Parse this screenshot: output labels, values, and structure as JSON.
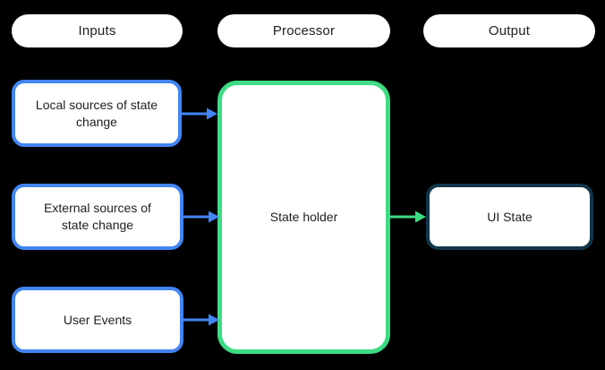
{
  "headers": {
    "inputs": "Inputs",
    "processor": "Processor",
    "output": "Output"
  },
  "nodes": {
    "local_sources": "Local sources of state\nchange",
    "external_sources": "External sources of\nstate change",
    "user_events": "User Events",
    "state_holder": "State holder",
    "ui_state": "UI State"
  },
  "colors": {
    "background": "#000000",
    "node_fill": "#FFFFFF",
    "text": "#202124",
    "input_border_blue": "#4285F4",
    "blue_arrow": "#4285F4",
    "processor_border_green": "#3DDC84",
    "green_arrow": "#3DDC84",
    "output_border_navy": "#103648"
  }
}
